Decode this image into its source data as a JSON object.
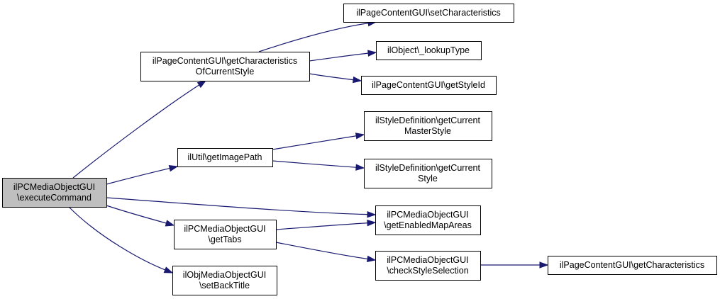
{
  "nodes": [
    {
      "id": "root",
      "lines": [
        "ilPCMediaObjectGUI",
        "\\executeCommand"
      ],
      "highlight": true
    },
    {
      "id": "getCharOfStyle",
      "lines": [
        "ilPageContentGUI\\getCharacteristics",
        "OfCurrentStyle"
      ]
    },
    {
      "id": "getImagePath",
      "lines": [
        "ilUtil\\getImagePath"
      ]
    },
    {
      "id": "getTabs",
      "lines": [
        "ilPCMediaObjectGUI",
        "\\getTabs"
      ]
    },
    {
      "id": "setBackTitle",
      "lines": [
        "ilObjMediaObjectGUI",
        "\\setBackTitle"
      ]
    },
    {
      "id": "setCharacteristics",
      "lines": [
        "ilPageContentGUI\\setCharacteristics"
      ]
    },
    {
      "id": "lookupType",
      "lines": [
        "ilObject\\_lookupType"
      ]
    },
    {
      "id": "getStyleId",
      "lines": [
        "ilPageContentGUI\\getStyleId"
      ]
    },
    {
      "id": "getCurrentMasterStyle",
      "lines": [
        "ilStyleDefinition\\getCurrent",
        "MasterStyle"
      ]
    },
    {
      "id": "getCurrentStyle",
      "lines": [
        "ilStyleDefinition\\getCurrent",
        "Style"
      ]
    },
    {
      "id": "getEnabledMapAreas",
      "lines": [
        "ilPCMediaObjectGUI",
        "\\getEnabledMapAreas"
      ]
    },
    {
      "id": "checkStyleSelection",
      "lines": [
        "ilPCMediaObjectGUI",
        "\\checkStyleSelection"
      ]
    },
    {
      "id": "getCharacteristics",
      "lines": [
        "ilPageContentGUI\\getCharacteristics"
      ]
    }
  ],
  "edges": [
    {
      "from": "root",
      "to": "getCharOfStyle"
    },
    {
      "from": "root",
      "to": "getImagePath"
    },
    {
      "from": "root",
      "to": "getEnabledMapAreas"
    },
    {
      "from": "root",
      "to": "getTabs"
    },
    {
      "from": "root",
      "to": "setBackTitle"
    },
    {
      "from": "getCharOfStyle",
      "to": "setCharacteristics"
    },
    {
      "from": "getCharOfStyle",
      "to": "lookupType"
    },
    {
      "from": "getCharOfStyle",
      "to": "getStyleId"
    },
    {
      "from": "getImagePath",
      "to": "getCurrentMasterStyle"
    },
    {
      "from": "getImagePath",
      "to": "getCurrentStyle"
    },
    {
      "from": "getTabs",
      "to": "getEnabledMapAreas"
    },
    {
      "from": "getTabs",
      "to": "checkStyleSelection"
    },
    {
      "from": "checkStyleSelection",
      "to": "getCharacteristics"
    }
  ]
}
